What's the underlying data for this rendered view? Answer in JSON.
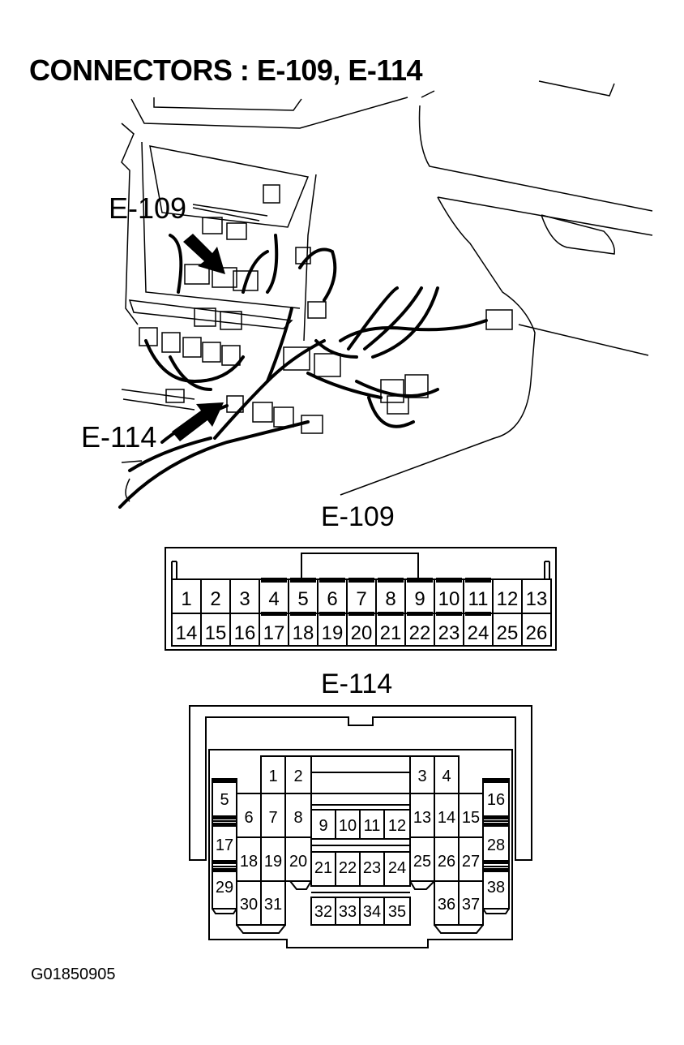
{
  "title": "CONNECTORS : E-109, E-114",
  "callouts": {
    "upper": "E-109",
    "lower": "E-114"
  },
  "connector_e109": {
    "name": "E-109",
    "row1": [
      "1",
      "2",
      "3",
      "4",
      "5",
      "6",
      "7",
      "8",
      "9",
      "10",
      "11",
      "12",
      "13"
    ],
    "row2": [
      "14",
      "15",
      "16",
      "17",
      "18",
      "19",
      "20",
      "21",
      "22",
      "23",
      "24",
      "25",
      "26"
    ]
  },
  "connector_e114": {
    "name": "E-114",
    "pins": [
      "1",
      "2",
      "3",
      "4",
      "5",
      "6",
      "7",
      "8",
      "9",
      "10",
      "11",
      "12",
      "13",
      "14",
      "15",
      "16",
      "17",
      "18",
      "19",
      "20",
      "21",
      "22",
      "23",
      "24",
      "25",
      "26",
      "27",
      "28",
      "29",
      "30",
      "31",
      "32",
      "33",
      "34",
      "35",
      "36",
      "37",
      "38"
    ]
  },
  "figure_id": "G01850905"
}
